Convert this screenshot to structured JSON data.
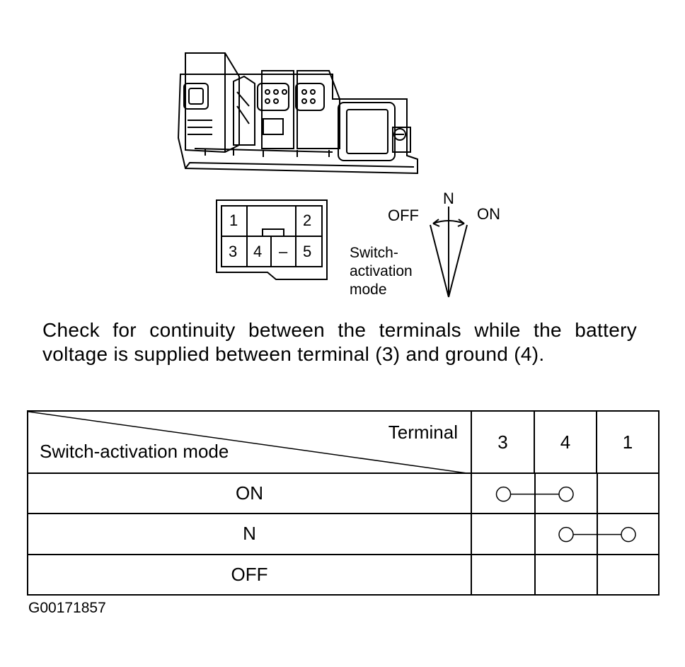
{
  "connector": {
    "pins": [
      "1",
      "2",
      "3",
      "4",
      "–",
      "5"
    ]
  },
  "switch_positions": {
    "n": "N",
    "off": "OFF",
    "on": "ON",
    "caption_line1": "Switch-",
    "caption_line2": "activation",
    "caption_line3": "mode"
  },
  "instruction": "Check for continuity between the terminals while the battery voltage is supplied between terminal (3) and ground (4).",
  "table": {
    "header_terminal": "Terminal",
    "header_mode": "Switch-activation  mode",
    "terminals": [
      "3",
      "4",
      "1"
    ],
    "rows": [
      {
        "mode": "ON",
        "connected": [
          "3",
          "4"
        ]
      },
      {
        "mode": "N",
        "connected": [
          "4",
          "1"
        ]
      },
      {
        "mode": "OFF",
        "connected": []
      }
    ]
  },
  "doc_id": "G00171857"
}
